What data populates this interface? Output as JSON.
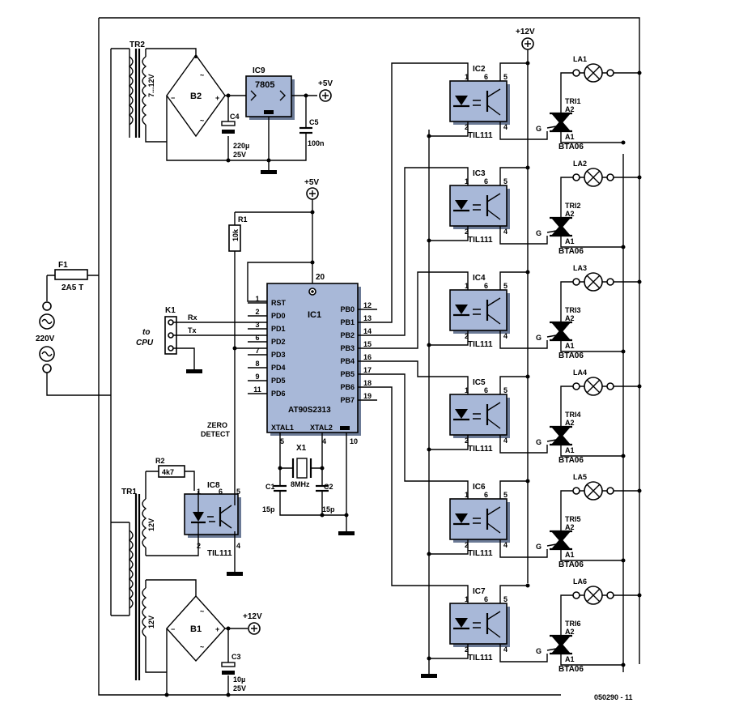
{
  "labels": {
    "tr2": "TR2",
    "tr2_v": "7...12V",
    "b2": "B2",
    "ic9": "IC9",
    "ic9_part": "7805",
    "c4": "C4",
    "c4_val": "220µ",
    "c4_v": "25V",
    "c5": "C5",
    "c5_val": "100n",
    "plus5v_top": "+5V",
    "plus5v_mid": "+5V",
    "plus12v_top": "+12V",
    "plus12v_bot": "+12V",
    "r1": "R1",
    "r1_val": "10k",
    "ic1": "IC1",
    "ic1_part": "AT90S2313",
    "k1": "K1",
    "rx": "Rx",
    "tx": "Tx",
    "to": "to",
    "cpu": "CPU",
    "f1": "F1",
    "f1_val": "2A5 T",
    "mains": "220V",
    "zero": "ZERO",
    "detect": "DETECT",
    "r2": "R2",
    "r2_val": "4k7",
    "ic8": "IC8",
    "ic8_part": "TIL111",
    "tr1": "TR1",
    "tr1_v1": "12V",
    "tr1_v2": "12V",
    "b1": "B1",
    "c3": "C3",
    "c3_val": "10µ",
    "c3_v": "25V",
    "x1": "X1",
    "x1_val": "8MHz",
    "c1": "C1",
    "c1_val": "15p",
    "c2": "C2",
    "c2_val": "15p",
    "xtal1": "XTAL1",
    "xtal2": "XTAL2",
    "figure_code": "050290 - 11"
  },
  "ic1_pins_left": [
    {
      "num": "1",
      "name": "RST"
    },
    {
      "num": "2",
      "name": "PD0"
    },
    {
      "num": "3",
      "name": "PD1"
    },
    {
      "num": "6",
      "name": "PD2"
    },
    {
      "num": "7",
      "name": "PD3"
    },
    {
      "num": "8",
      "name": "PD4"
    },
    {
      "num": "9",
      "name": "PD5"
    },
    {
      "num": "11",
      "name": "PD6"
    }
  ],
  "ic1_pins_right": [
    {
      "num": "12",
      "name": "PB0"
    },
    {
      "num": "13",
      "name": "PB1"
    },
    {
      "num": "14",
      "name": "PB2"
    },
    {
      "num": "15",
      "name": "PB3"
    },
    {
      "num": "16",
      "name": "PB4"
    },
    {
      "num": "17",
      "name": "PB5"
    },
    {
      "num": "18",
      "name": "PB6"
    },
    {
      "num": "19",
      "name": "PB7"
    }
  ],
  "ic1_other_pins": {
    "vcc": "20",
    "xtal1": "5",
    "xtal2": "4",
    "gnd": "10"
  },
  "opto_pins": {
    "p1": "1",
    "p6": "6",
    "p5": "5",
    "p2": "2",
    "p4": "4",
    "gate": "G",
    "a2": "A2",
    "a1": "A1"
  },
  "channels": [
    {
      "ic": "IC2",
      "part": "TIL111",
      "lamp": "LA1",
      "triac": "TRI1",
      "triac_part": "BTA06"
    },
    {
      "ic": "IC3",
      "part": "TIL111",
      "lamp": "LA2",
      "triac": "TRI2",
      "triac_part": "BTA06"
    },
    {
      "ic": "IC4",
      "part": "TIL111",
      "lamp": "LA3",
      "triac": "TRI3",
      "triac_part": "BTA06"
    },
    {
      "ic": "IC5",
      "part": "TIL111",
      "lamp": "LA4",
      "triac": "TRI4",
      "triac_part": "BTA06"
    },
    {
      "ic": "IC6",
      "part": "TIL111",
      "lamp": "LA5",
      "triac": "TRI5",
      "triac_part": "BTA06"
    },
    {
      "ic": "IC7",
      "part": "TIL111",
      "lamp": "LA6",
      "triac": "TRI6",
      "triac_part": "BTA06"
    }
  ],
  "colors": {
    "chip_fill": "#a8b8d8",
    "ink": "#000000"
  }
}
